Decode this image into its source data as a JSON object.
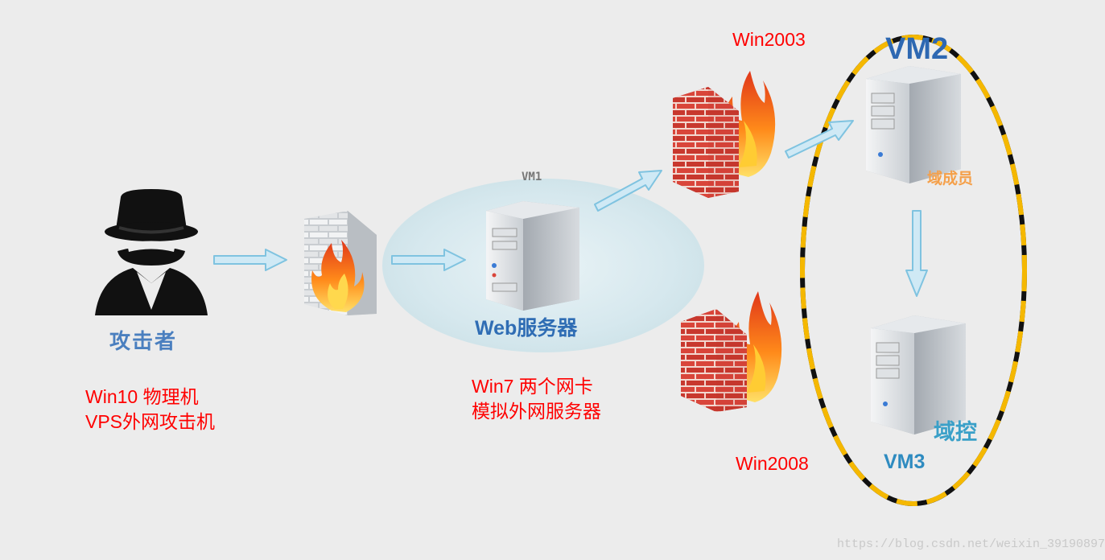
{
  "nodes": {
    "attacker": {
      "name": "攻击者",
      "desc_line1": "Win10  物理机",
      "desc_line2": "VPS外网攻击机"
    },
    "web_server": {
      "vm_tag": "VM1",
      "name": "Web服务器",
      "desc_line1": "Win7 两个网卡",
      "desc_line2": "模拟外网服务器"
    },
    "firewall_top": {
      "os": "Win2003"
    },
    "firewall_bottom": {
      "os": "Win2008"
    },
    "domain_member": {
      "vm_tag": "VM2",
      "role": "域成员"
    },
    "domain_controller": {
      "vm_tag": "VM3",
      "role": "域控"
    }
  },
  "watermark": "https://blog.csdn.net/weixin_39190897",
  "colors": {
    "background": "#ececec",
    "label_red": "#ff0000",
    "arrow_fill": "#cfe9f5",
    "arrow_stroke": "#7fc3e0",
    "ellipse_yellow": "#f5b800",
    "ellipse_black": "#111111",
    "brick": "#d9453a",
    "flame": "#ff7a1a"
  }
}
